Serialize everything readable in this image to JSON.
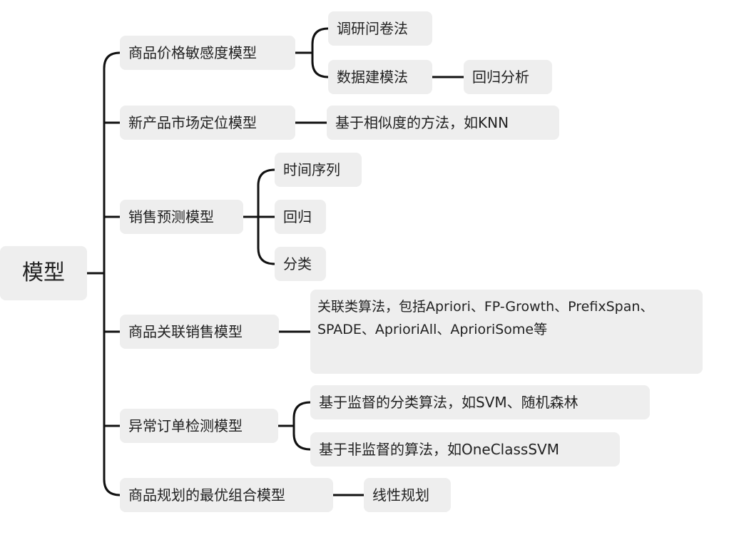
{
  "root": "模型",
  "branches": [
    {
      "label": "商品价格敏感度模型",
      "children": [
        "调研问卷法",
        "数据建模法"
      ],
      "grandchild": "回归分析"
    },
    {
      "label": "新产品市场定位模型",
      "children": [
        "基于相似度的方法，如KNN"
      ]
    },
    {
      "label": "销售预测模型",
      "children": [
        "时间序列",
        "回归",
        "分类"
      ]
    },
    {
      "label": "商品关联销售模型",
      "children": [
        "关联类算法，包括Apriori、FP-Growth、PrefixSpan、SPADE、AprioriAll、AprioriSome等"
      ]
    },
    {
      "label": "异常订单检测模型",
      "children": [
        "基于监督的分类算法，如SVM、随机森林",
        "基于非监督的算法，如OneClassSVM"
      ]
    },
    {
      "label": "商品规划的最优组合模型",
      "children": [
        "线性规划"
      ]
    }
  ]
}
